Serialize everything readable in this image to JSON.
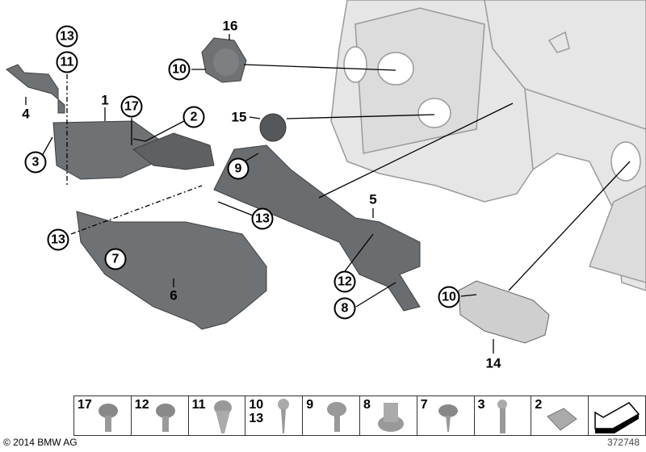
{
  "callouts": [
    {
      "id": "c13a",
      "text": "13",
      "circled": true
    },
    {
      "id": "c11",
      "text": "11",
      "circled": true
    },
    {
      "id": "c4",
      "text": "4",
      "circled": false
    },
    {
      "id": "c1",
      "text": "1",
      "circled": false
    },
    {
      "id": "c17",
      "text": "17",
      "circled": true
    },
    {
      "id": "c2",
      "text": "2",
      "circled": true
    },
    {
      "id": "c3",
      "text": "3",
      "circled": true
    },
    {
      "id": "c16",
      "text": "16",
      "circled": false
    },
    {
      "id": "c10a",
      "text": "10",
      "circled": true
    },
    {
      "id": "c15",
      "text": "15",
      "circled": false
    },
    {
      "id": "c9",
      "text": "9",
      "circled": true
    },
    {
      "id": "c13b",
      "text": "13",
      "circled": true
    },
    {
      "id": "c13c",
      "text": "13",
      "circled": true
    },
    {
      "id": "c7",
      "text": "7",
      "circled": true
    },
    {
      "id": "c6",
      "text": "6",
      "circled": false
    },
    {
      "id": "c5",
      "text": "5",
      "circled": false
    },
    {
      "id": "c12",
      "text": "12",
      "circled": true
    },
    {
      "id": "c8",
      "text": "8",
      "circled": true
    },
    {
      "id": "c10b",
      "text": "10",
      "circled": true
    },
    {
      "id": "c14",
      "text": "14",
      "circled": false
    }
  ],
  "fasteners": [
    {
      "label": "17",
      "icon": "hex-bolt-with-washer"
    },
    {
      "label": "12",
      "icon": "hex-bolt-with-washer"
    },
    {
      "label": "11",
      "icon": "expanding-rivet"
    },
    {
      "label": "10\n13",
      "icon": "sheet-metal-screw"
    },
    {
      "label": "9",
      "icon": "torx-bolt-with-washer"
    },
    {
      "label": "8",
      "icon": "hex-collar-nut"
    },
    {
      "label": "7",
      "icon": "hex-bolt-with-washer"
    },
    {
      "label": "3",
      "icon": "torx-bolt"
    },
    {
      "label": "2",
      "icon": "clip-nut"
    },
    {
      "label": "",
      "icon": "direction-arrow"
    }
  ],
  "colors": {
    "part": "#6f7275",
    "part_dark": "#4e5154",
    "body": "#e4e4e4",
    "body_line": "#9a9a9a"
  },
  "copyright": "© 2014 BMW AG",
  "doc_number": "372748"
}
